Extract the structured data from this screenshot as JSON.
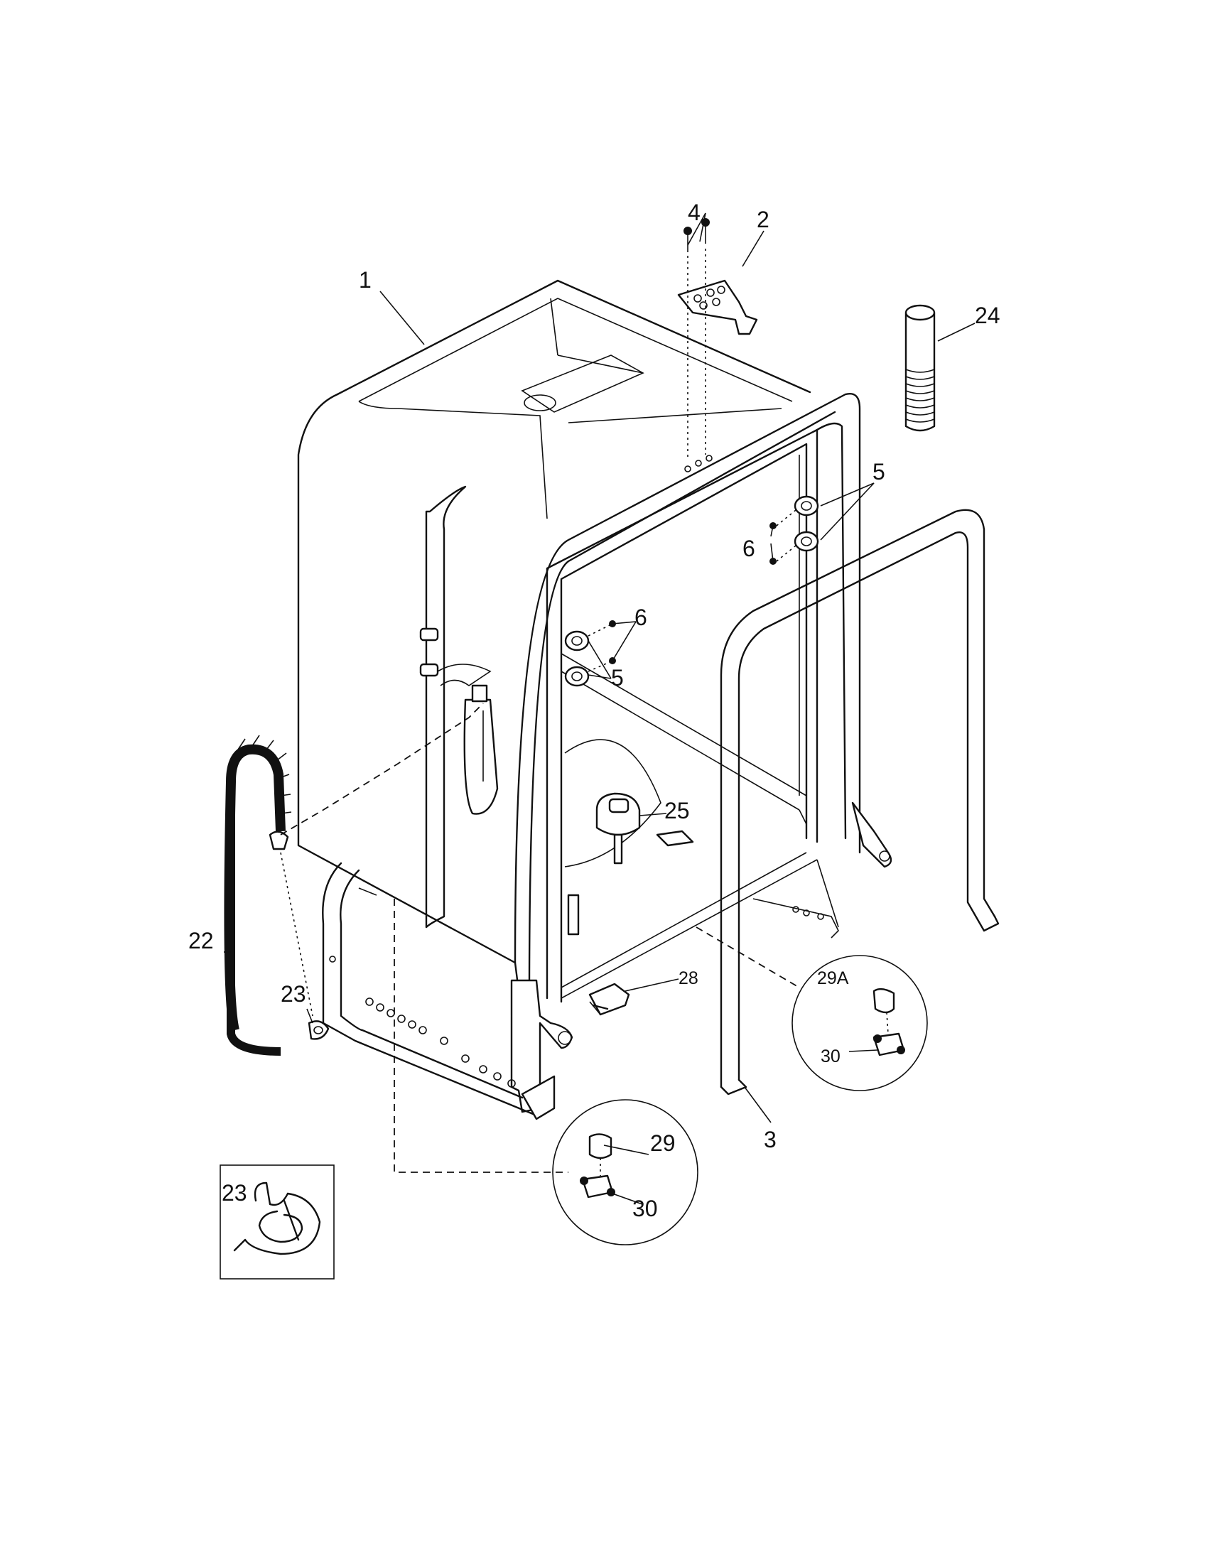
{
  "callouts": {
    "c1": "1",
    "c2": "2",
    "c3": "3",
    "c4": "4",
    "c5a": "5",
    "c5b": "5",
    "c6a": "6",
    "c6b": "6",
    "c22": "22",
    "c23a": "23",
    "c23b": "23",
    "c24": "24",
    "c25": "25",
    "c28": "28",
    "c29": "29",
    "c29a": "29A",
    "c30a": "30",
    "c30b": "30"
  }
}
